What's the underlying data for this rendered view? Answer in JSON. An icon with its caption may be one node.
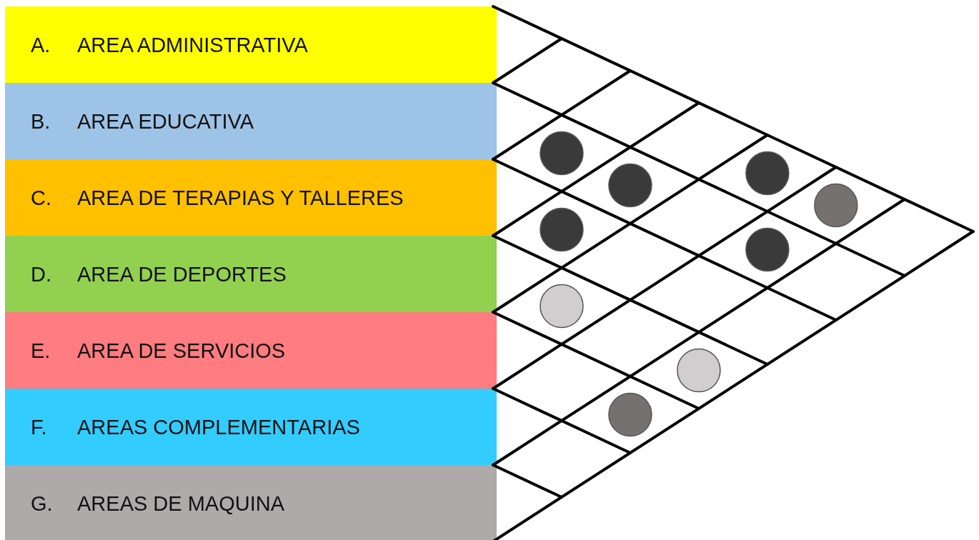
{
  "diagram": {
    "nodes": [
      {
        "text": [
          "A.",
          "AREA ADMINISTRATIVA"
        ]
      },
      {
        "text": [
          "B.",
          "AREA EDUCATIVA"
        ]
      },
      {
        "text": [
          "C.",
          "AREA DE TERAPIAS Y TALLERES"
        ]
      },
      {
        "text": [
          "D.",
          "AREA DE DEPORTES"
        ]
      },
      {
        "text": [
          "E.",
          "AREA DE SERVICIOS"
        ]
      },
      {
        "text": [
          "F.",
          "AREAS COMPLEMENTARIAS"
        ]
      },
      {
        "text": [
          "G.",
          "AREAS DE MAQUINA"
        ]
      },
      {
        "text": [],
        "shape": "circle"
      },
      {
        "text": [],
        "shape": "circle"
      },
      {
        "text": [],
        "shape": "circle"
      },
      {
        "text": [],
        "shape": "circle"
      },
      {
        "text": [],
        "shape": "circle"
      },
      {
        "text": [],
        "shape": "circle"
      },
      {
        "text": [],
        "shape": "circle"
      },
      {
        "text": [],
        "shape": "circle"
      },
      {
        "text": [],
        "shape": "circle"
      }
    ]
  }
}
